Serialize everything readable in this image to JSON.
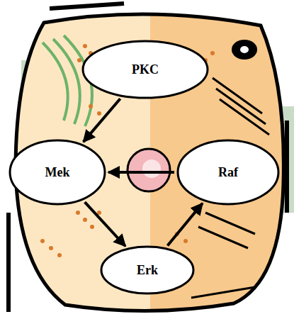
{
  "diagram": {
    "nodes": [
      {
        "text": [
          "PKC"
        ]
      },
      {
        "text": [
          "Mek"
        ]
      },
      {
        "text": [
          "Raf"
        ]
      },
      {
        "text": [
          "Erk"
        ]
      }
    ],
    "edges": [
      {
        "from": 0,
        "to": 1,
        "arrow": "to"
      },
      {
        "from": 2,
        "to": 1,
        "arrow": "to"
      },
      {
        "from": 1,
        "to": 3,
        "arrow": "to"
      },
      {
        "from": 3,
        "to": 2,
        "arrow": "to"
      }
    ]
  }
}
